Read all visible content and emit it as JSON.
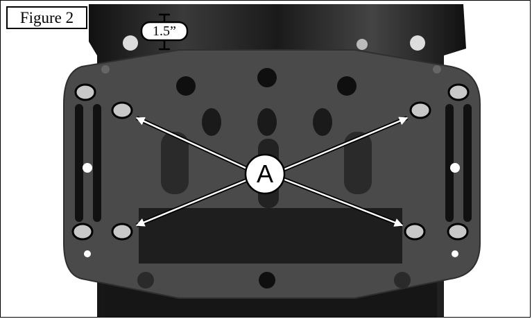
{
  "figure": {
    "label": "Figure 2",
    "dimension_label": "1.5”",
    "callout_letter": "A"
  },
  "colors": {
    "plate": "#4a4a4a",
    "plate_edge": "#2f2f2f",
    "background_metal": "#1c1c1c",
    "hole_highlight": "#c8c8c8",
    "arrow": "#ffffff",
    "outline": "#000000"
  }
}
